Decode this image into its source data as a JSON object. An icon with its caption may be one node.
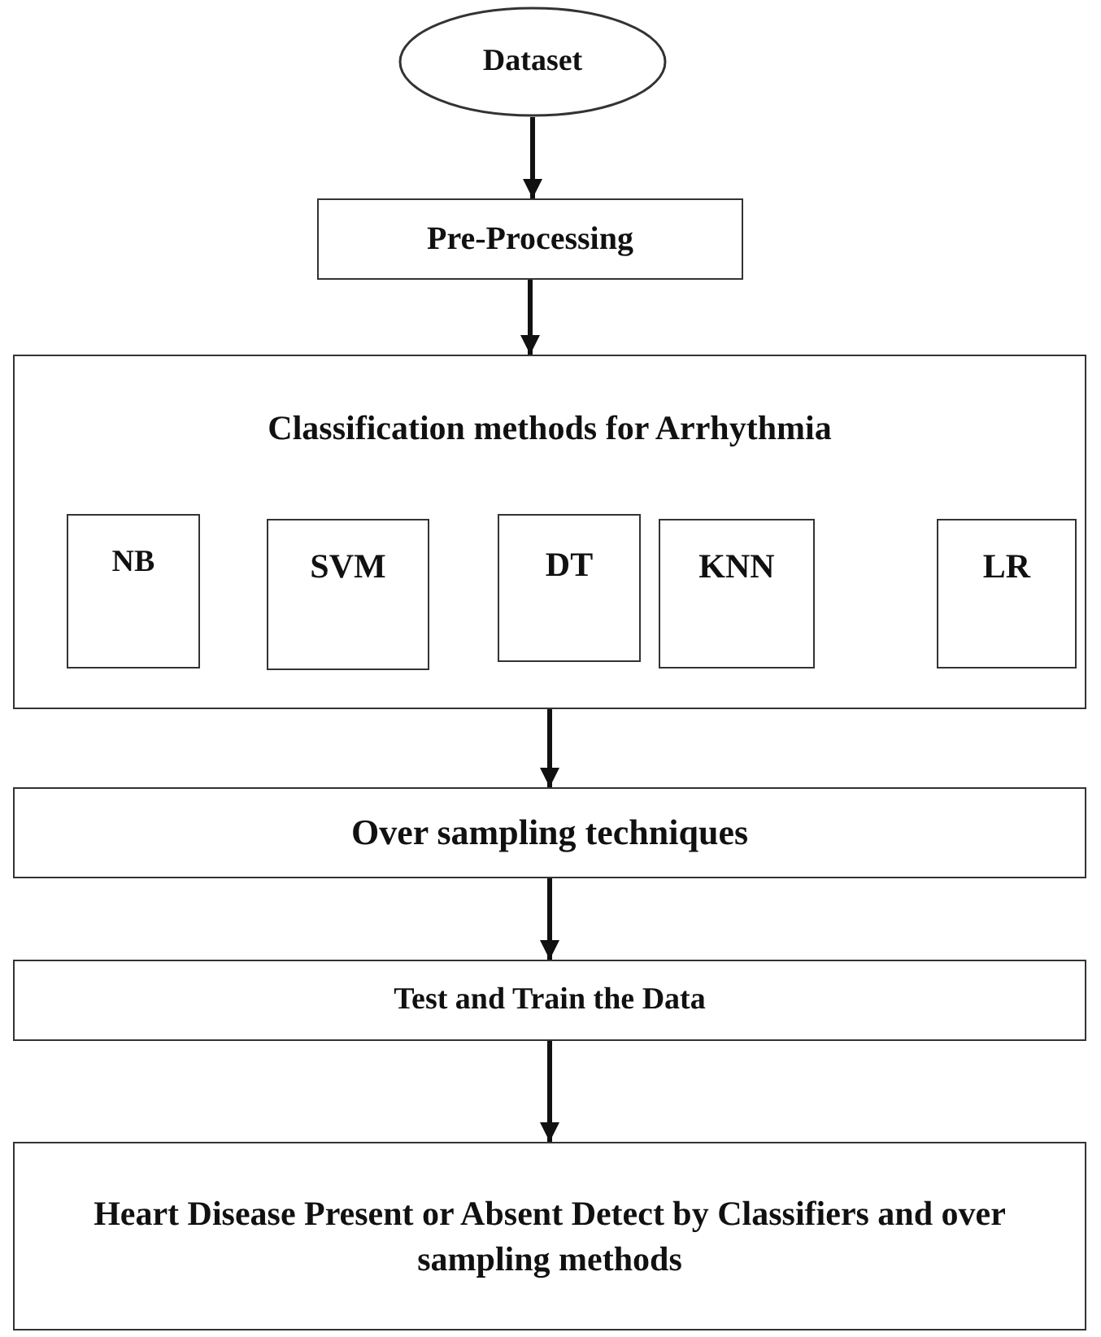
{
  "diagram": {
    "nodes": [
      {
        "text": [
          "Dataset"
        ]
      },
      {
        "text": [
          "Pre-Processing"
        ]
      },
      {
        "text": [
          "Classification methods for Arrhythmia"
        ]
      },
      {
        "text": [
          "NB"
        ],
        "in": 2
      },
      {
        "text": [
          "SVM"
        ],
        "in": 2
      },
      {
        "text": [
          "DT"
        ],
        "in": 2
      },
      {
        "text": [
          "KNN"
        ],
        "in": 2
      },
      {
        "text": [
          "LR"
        ],
        "in": 2
      },
      {
        "text": [
          "Over sampling techniques"
        ]
      },
      {
        "text": [
          "Test and Train the Data"
        ]
      },
      {
        "text": [
          "Heart Disease Present or Absent Detect by Classifiers and over sampling methods"
        ]
      }
    ],
    "edges": [
      {
        "from": 0,
        "to": 1,
        "arrow": "to"
      },
      {
        "from": 1,
        "to": 2,
        "arrow": "to"
      },
      {
        "from": 2,
        "to": 8,
        "arrow": "to"
      },
      {
        "from": 8,
        "to": 9,
        "arrow": "to"
      },
      {
        "from": 9,
        "to": 10,
        "arrow": "to"
      }
    ]
  }
}
